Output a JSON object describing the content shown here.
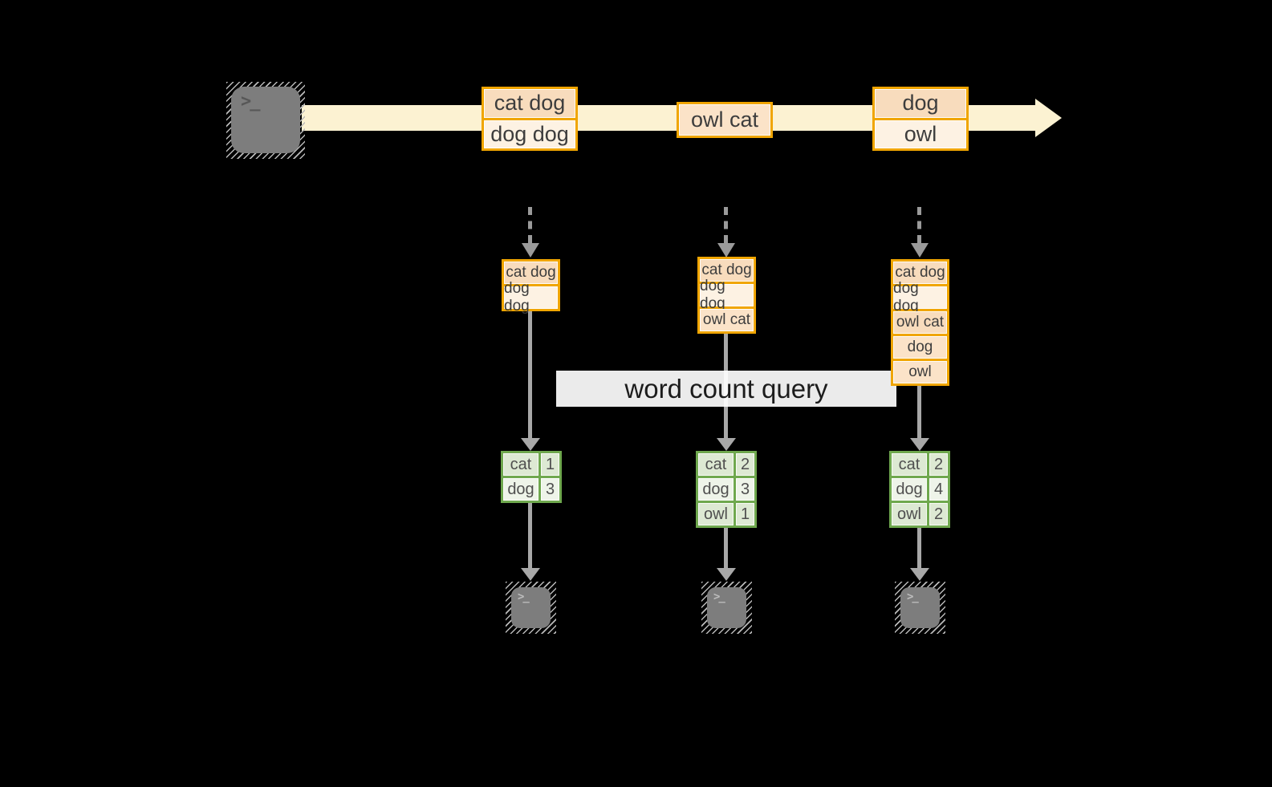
{
  "query_label": "word count query",
  "prompt_glyph": ">_",
  "stream_events": [
    {
      "rows": [
        "cat dog",
        "dog dog"
      ]
    },
    {
      "rows": [
        "owl cat"
      ]
    },
    {
      "rows": [
        "dog",
        "owl"
      ]
    }
  ],
  "snapshots": [
    {
      "buffer": [
        "cat dog",
        "dog dog"
      ],
      "counts": {
        "rows": [
          [
            "cat",
            "1"
          ],
          [
            "dog",
            "3"
          ]
        ]
      }
    },
    {
      "buffer": [
        "cat dog",
        "dog dog",
        "owl cat"
      ],
      "counts": {
        "rows": [
          [
            "cat",
            "2"
          ],
          [
            "dog",
            "3"
          ],
          [
            "owl",
            "1"
          ]
        ]
      }
    },
    {
      "buffer": [
        "cat dog",
        "dog dog",
        "owl cat",
        "dog",
        "owl"
      ],
      "counts": {
        "rows": [
          [
            "cat",
            "2"
          ],
          [
            "dog",
            "4"
          ],
          [
            "owl",
            "2"
          ]
        ]
      }
    }
  ],
  "colors": {
    "background": "#000000",
    "stream_band": "#fcf2d2",
    "accent_orange": "#f0a500",
    "peach_fill": "#f8dcbd",
    "cream_fill": "#fdf2e3",
    "mid_fill": "#fbe3c8",
    "green_border": "#6fa84e",
    "green_cell_dark": "#dde9d3",
    "green_cell_light": "#eef4e9",
    "arrow_gray": "#a8a8a8",
    "terminal_gray": "#7d7d7d"
  }
}
